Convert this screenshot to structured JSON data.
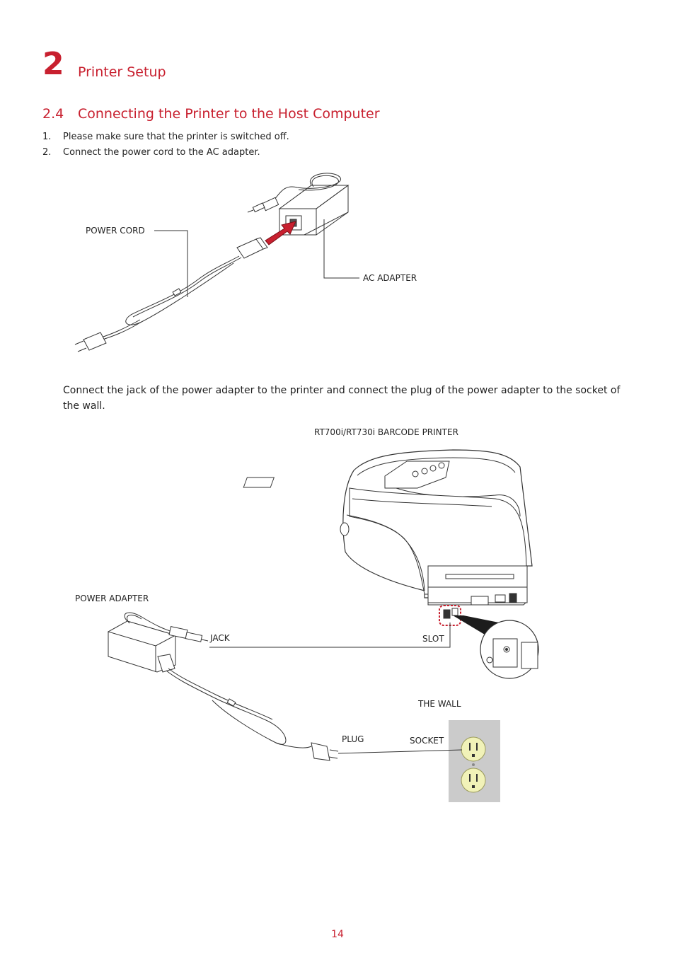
{
  "header": {
    "chapter_number": "2",
    "chapter_title": "Printer Setup",
    "section_number": "2.4",
    "section_title": "Connecting the Printer to the Host Computer"
  },
  "steps": [
    {
      "num": "1.",
      "text": "Please make sure that the printer is switched off."
    },
    {
      "num": "2.",
      "text": "Connect the power cord to the AC adapter."
    }
  ],
  "figure1": {
    "power_cord_label": "POWER CORD",
    "ac_adapter_label": "AC ADAPTER"
  },
  "paragraph": "Connect the jack of the power adapter to the printer and connect the plug of the power adapter to the socket of the wall.",
  "figure2": {
    "printer_label": "RT700i/RT730i BARCODE PRINTER",
    "power_adapter_label": "POWER ADAPTER",
    "jack_label": "JACK",
    "slot_label": "SLOT",
    "wall_label": "THE WALL",
    "plug_label": "PLUG",
    "socket_label": "SOCKET"
  },
  "footer": {
    "page_number": "14"
  },
  "colors": {
    "accent": "#c8202f",
    "socket_plate": "#cbcbcb",
    "outlet": "#f1f2b8"
  }
}
